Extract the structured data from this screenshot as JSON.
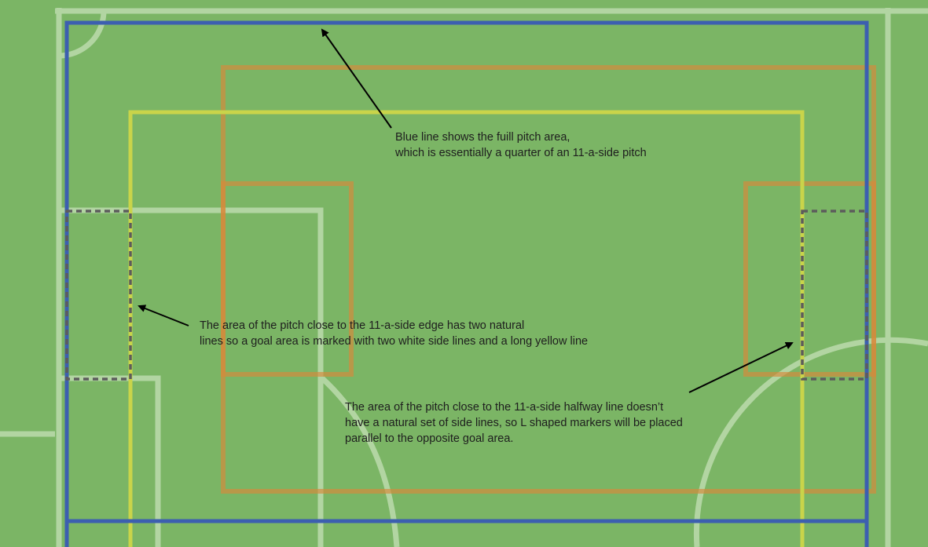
{
  "annotations": {
    "full_pitch": [
      "Blue line shows the fuill pitch area,",
      "which is essentially a quarter of an 11-a-side pitch"
    ],
    "edge_goal_area": [
      "The area of the pitch close to the 11-a-side edge has two natural",
      "lines so a goal area is marked with two white side lines and a long yellow line"
    ],
    "halfway_goal_area": [
      "The area of the pitch close to the 11-a-side halfway line doesn’t",
      "have a natural set of side lines, so L shaped markers will be placed",
      "parallel to the opposite goal area."
    ]
  },
  "colors": {
    "grass": "#7bb565",
    "pitch_markings": "#b2d5a2",
    "full_pitch_line": "#3c5fb0",
    "yellow_line": "#c9d44a",
    "orange_area": "#d9883a",
    "goal_area_dashed": "#5c5c5c"
  }
}
